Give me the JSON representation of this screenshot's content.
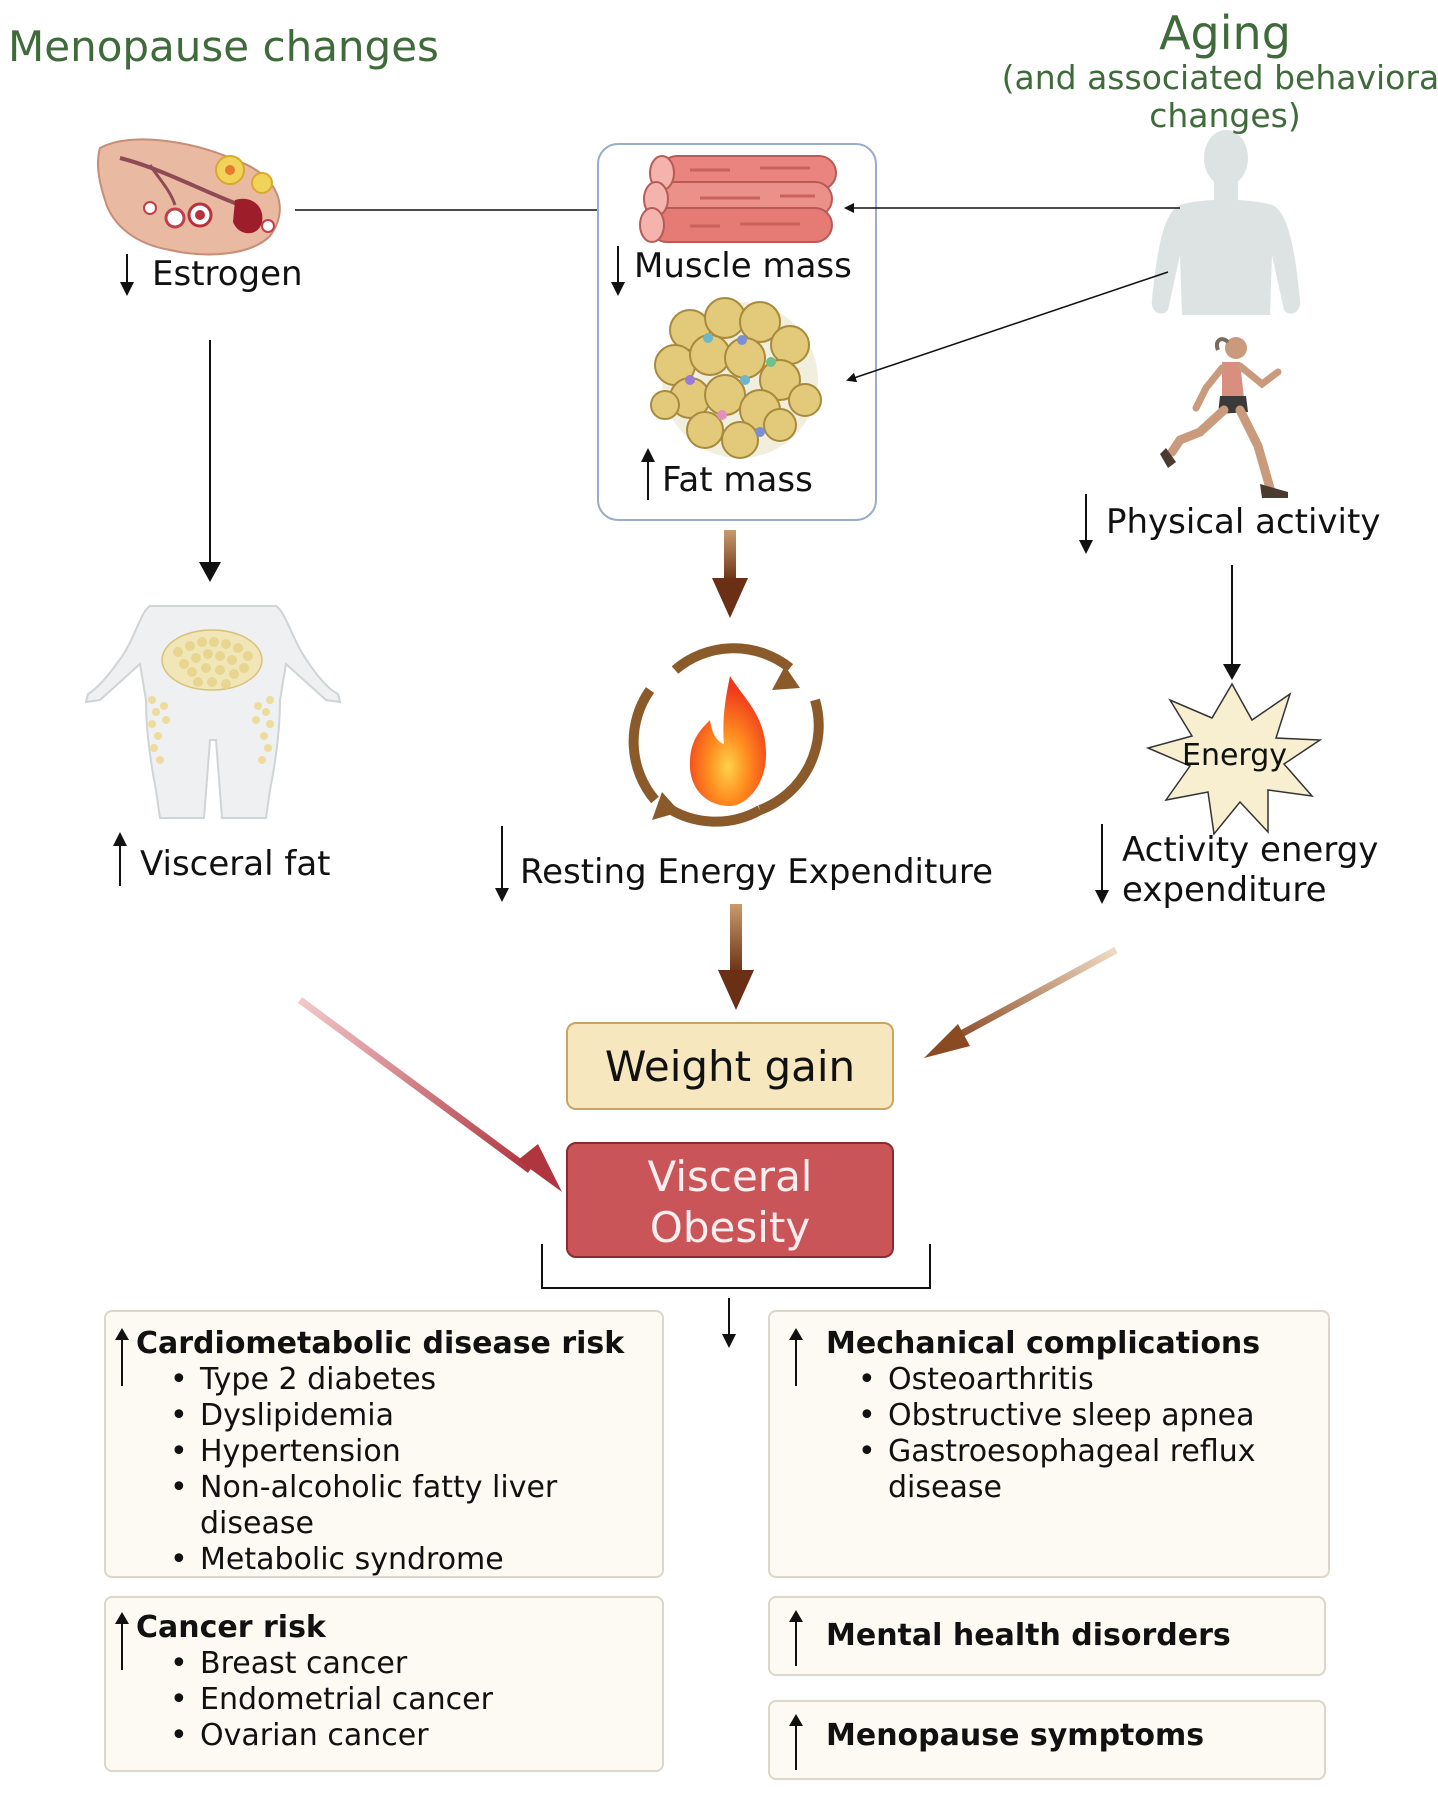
{
  "headers": {
    "menopause": "Menopause changes",
    "aging_title": "Aging",
    "aging_subtitle_line1": "(and associated behavioral",
    "aging_subtitle_line2": "changes)"
  },
  "labels": {
    "estrogen": "Estrogen",
    "muscle_mass": "Muscle mass",
    "fat_mass": "Fat mass",
    "physical_activity": "Physical activity",
    "visceral_fat": "Visceral fat",
    "ree": "Resting Energy Expenditure",
    "energy": "Energy",
    "aee_line1": "Activity energy",
    "aee_line2": "expenditure",
    "weight_gain": "Weight gain",
    "visceral_obesity_line1": "Visceral",
    "visceral_obesity_line2": "Obesity"
  },
  "outcomes": {
    "cardiometabolic": {
      "title": "Cardiometabolic disease risk",
      "items": [
        "Type 2 diabetes",
        "Dyslipidemia",
        "Hypertension",
        "Non-alcoholic fatty liver",
        "Metabolic syndrome"
      ],
      "item4_cont": "disease"
    },
    "cancer": {
      "title": "Cancer risk",
      "items": [
        "Breast cancer",
        "Endometrial cancer",
        "Ovarian cancer"
      ]
    },
    "mechanical": {
      "title": "Mechanical complications",
      "items": [
        "Osteoarthritis",
        "Obstructive sleep apnea",
        "Gastroesophageal reflux"
      ],
      "item3_cont": "disease"
    },
    "mental": {
      "title": "Mental health disorders"
    },
    "menopause_symptoms": {
      "title": "Menopause symptoms"
    }
  },
  "colors": {
    "green_header": "#3f6b3a",
    "weight_gain_fill": "#f6e7bf",
    "weight_gain_border": "#c8a662",
    "obesity_fill": "#c95558",
    "obesity_border": "#8d2a2e",
    "brown_arrow": "#8a4a22",
    "red_arrow": "#b0353f"
  }
}
